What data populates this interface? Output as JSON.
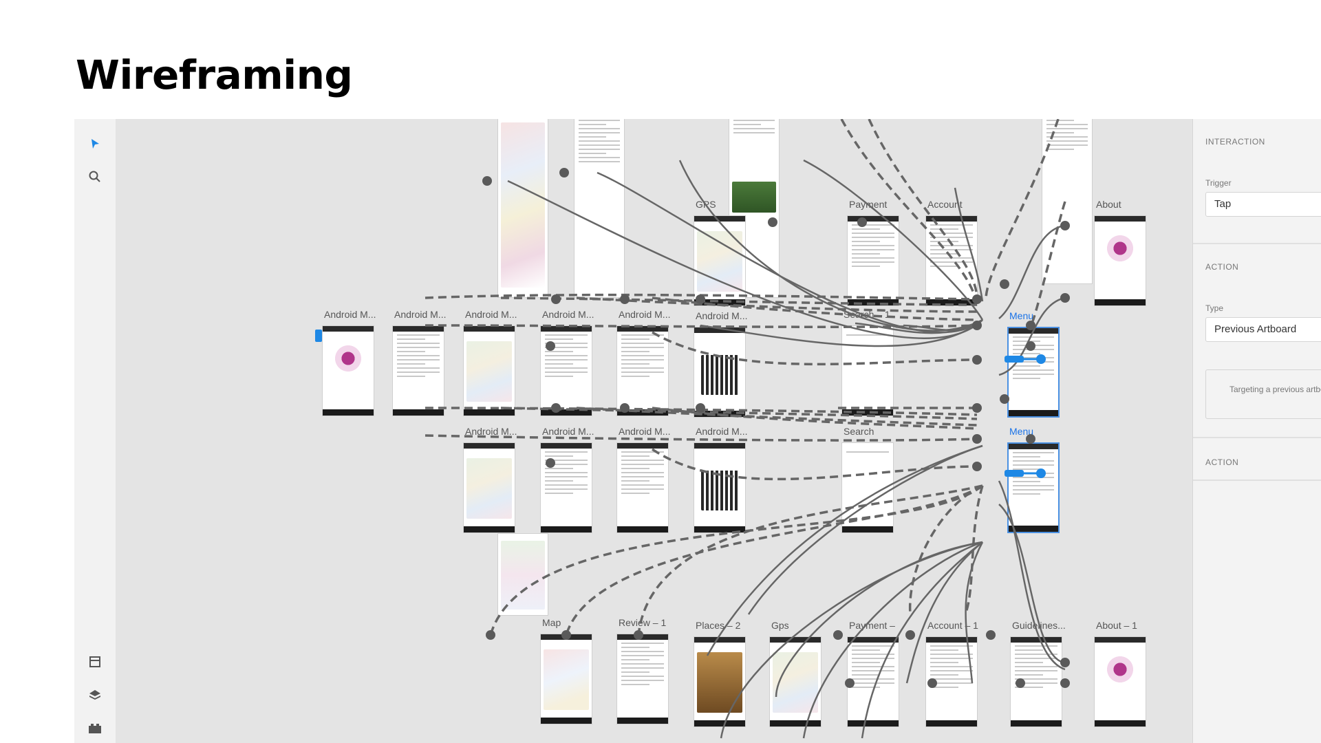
{
  "slide": {
    "title": "Wireframing"
  },
  "toolbar": {
    "tools": [
      {
        "name": "select-tool",
        "icon": "arrow-pointer-icon"
      },
      {
        "name": "zoom-tool",
        "icon": "magnifier-icon"
      },
      {
        "name": "artboard-tool",
        "icon": "artboard-icon"
      },
      {
        "name": "layers-tool",
        "icon": "layers-icon"
      },
      {
        "name": "plugins-tool",
        "icon": "plugins-icon"
      }
    ],
    "accent": "#1e88e5"
  },
  "canvas": {
    "boards": [
      {
        "label": "Android M...",
        "kind": "splash"
      },
      {
        "label": "Android M...",
        "kind": "tabs"
      },
      {
        "label": "Android M...",
        "kind": "map"
      },
      {
        "label": "Android M...",
        "kind": "list"
      },
      {
        "label": "Android M...",
        "kind": "form"
      },
      {
        "label": "Android M...",
        "kind": "qr"
      },
      {
        "label": "Search – 1",
        "kind": "blank"
      },
      {
        "label": "Menu",
        "kind": "menu",
        "selected": true
      },
      {
        "label": "Android M...",
        "kind": "map"
      },
      {
        "label": "Android M...",
        "kind": "list"
      },
      {
        "label": "Android M...",
        "kind": "form"
      },
      {
        "label": "Android M...",
        "kind": "qr"
      },
      {
        "label": "Search",
        "kind": "blank"
      },
      {
        "label": "Menu",
        "kind": "menu",
        "selected": true
      },
      {
        "label": "GPS",
        "kind": "map"
      },
      {
        "label": "Payment",
        "kind": "payment"
      },
      {
        "label": "Account",
        "kind": "account"
      },
      {
        "label": "About",
        "kind": "about"
      },
      {
        "label": "Map",
        "kind": "metro"
      },
      {
        "label": "Review – 1",
        "kind": "text"
      },
      {
        "label": "Places – 2",
        "kind": "place"
      },
      {
        "label": "Gps",
        "kind": "map"
      },
      {
        "label": "Payment –",
        "kind": "payment"
      },
      {
        "label": "Account – 1",
        "kind": "account"
      },
      {
        "label": "Guidelines...",
        "kind": "text"
      },
      {
        "label": "About – 1",
        "kind": "about"
      }
    ]
  },
  "panel": {
    "interaction_header": "INTERACTION",
    "trigger_label": "Trigger",
    "trigger_value": "Tap",
    "action_header": "ACTION",
    "type_label": "Type",
    "type_value": "Previous Artboard",
    "note": "Targeting a previous artboard reverses the last user action.",
    "action_header_2": "ACTION"
  }
}
